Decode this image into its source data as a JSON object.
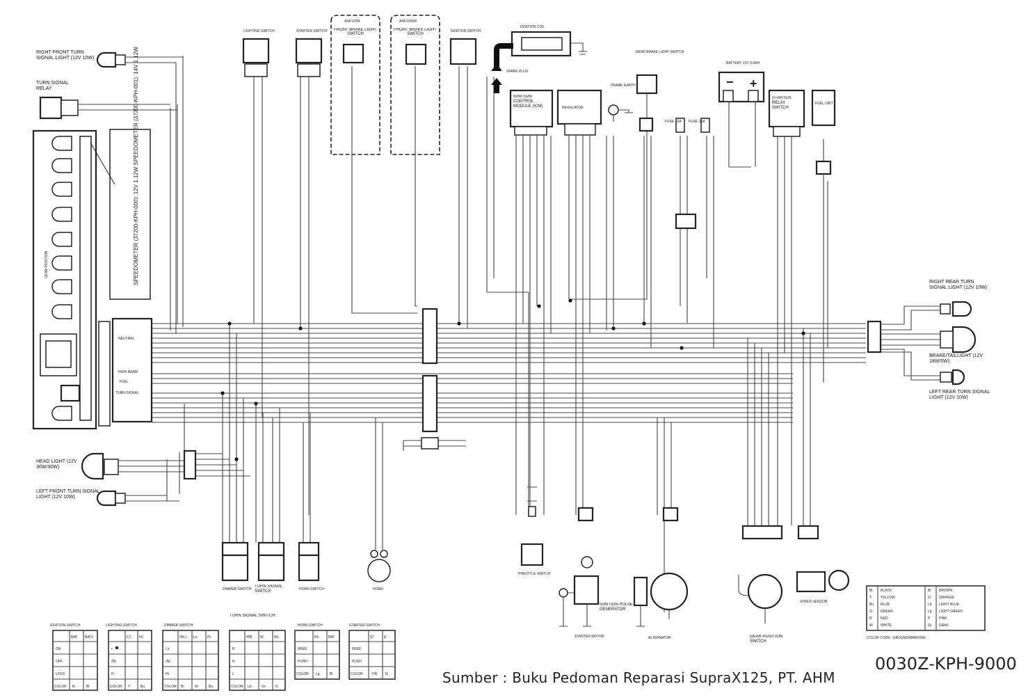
{
  "components": {
    "right_front_turn": "RIGHT FRONT TURN SIGNAL LIGHT (12V 10W)",
    "turn_relay": "TURN SIGNAL RELAY",
    "head_light": "HEAD LIGHT (12V 30W/30W)",
    "left_front_turn": "LEFT FRONT TURN SIGNAL LIGHT (12V 10W)",
    "lighting_switch": "LIGHTING SWITCH",
    "starter_switch": "STARTER SWITCH",
    "anf125m": "ANF125M",
    "anf125mii": "ANF125MII",
    "front_brake": "FRONT BRAKE LIGHT SWITCH",
    "ignition_switch": "IGNITION SWITCH",
    "ignition_coil": "IGNITION COIL",
    "spark_plug": "SPARK PLUG",
    "icm": "IGNITION CONTROL MODULE (ICM)",
    "regulator": "REGULATOR",
    "frame_earth": "FRAME EARTH",
    "rear_brake": "REAR BRAKE LIGHT SWITCH",
    "battery": "BATTERY 12V 3.5AH",
    "fuse1": "FUSE 10A",
    "fuse2": "FUSE 15A",
    "starter_relay": "STARTER RELAY SWITCH",
    "fuel_unit": "FUEL UNIT",
    "right_rear_turn": "RIGHT REAR TURN SIGNAL LIGHT (12V 10W)",
    "brake_tail": "BRAKE/TAILLIGHT (12V 18W/5W)",
    "left_rear_turn": "LEFT REAR TURN SIGNAL LIGHT (12V 10W)",
    "speedometer": "SPEEDOMETER (37200-KPH-000): 12V 1.12W  SPEEDOMETER (37200-KPH-001): 14V 1.12W",
    "neutral": "NEUTRAL",
    "gear_position": "GEAR POSITION",
    "high_beam": "HIGH BEAM",
    "fuel": "FUEL",
    "turn_signal": "TURN SIGNAL",
    "dimmer_switch": "DIMMER SWITCH",
    "turn_signal_switch": "TURN SIGNAL SWITCH",
    "horn_switch": "HORN SWITCH",
    "horn": "HORN",
    "throttle": "THROTTLE SWITCH",
    "starter_motor": "STARTER MOTOR",
    "pulse_gen": "IGNITION PULSE GENERATOR",
    "alternator": "ALTERNATOR",
    "gear_switch": "GEAR POSITION SWITCH",
    "speed_sensor": "SPEED SENSOR"
  },
  "switch_tables": [
    {
      "title": "IGNITION SWITCH",
      "cols": [
        "BAT",
        "BAT1"
      ],
      "rows": [
        "ON",
        "OFF",
        "LOCK"
      ],
      "color": [
        "R",
        "Bl"
      ]
    },
    {
      "title": "LIGHTING SWITCH",
      "cols": [
        "C1",
        "HL"
      ],
      "rows": [
        "•",
        "(N)",
        "H"
      ],
      "color": [
        "Y",
        "Bu"
      ]
    },
    {
      "title": "DIMMER SWITCH",
      "cols": [
        "(HL)",
        "Lo",
        "Hi"
      ],
      "rows": [
        "Lo",
        "(N)",
        "Hi"
      ],
      "color": [
        "Br",
        "W",
        "Bu"
      ]
    },
    {
      "title": "TURN SIGNAL SWITCH",
      "cols": [
        "WR",
        "W",
        "WL"
      ],
      "rows": [
        "R",
        "N",
        "L"
      ],
      "color": [
        "Lb",
        "Gr",
        "O"
      ]
    },
    {
      "title": "HORN SWITCH",
      "cols": [
        "Ho",
        "BAT"
      ],
      "rows": [
        "FREE",
        "PUSH"
      ],
      "color": [
        "Lg",
        "Bl"
      ]
    },
    {
      "title": "STARTER SWITCH",
      "cols": [
        "ST",
        "E"
      ],
      "rows": [
        "FREE",
        "PUSH"
      ],
      "color": [
        "Y/R",
        "G"
      ]
    }
  ],
  "color_legend": {
    "left": [
      [
        "Bl",
        "BLACK"
      ],
      [
        "Y",
        "YELLOW"
      ],
      [
        "Bu",
        "BLUE"
      ],
      [
        "G",
        "GREEN"
      ],
      [
        "R",
        "RED"
      ],
      [
        "W",
        "WHITE"
      ]
    ],
    "right": [
      [
        "Br",
        "BROWN"
      ],
      [
        "O",
        "ORANGE"
      ],
      [
        "Lb",
        "LIGHT BLUE"
      ],
      [
        "Lg",
        "LIGHT GREEN"
      ],
      [
        "P",
        "PINK"
      ],
      [
        "Gr",
        "GRAY"
      ]
    ],
    "note": "COLOR CODE : GROUND/MARKING"
  },
  "source": "Sumber : Buku Pedoman Reparasi SupraX125, PT. AHM",
  "doc_code": "0030Z-KPH-9000"
}
